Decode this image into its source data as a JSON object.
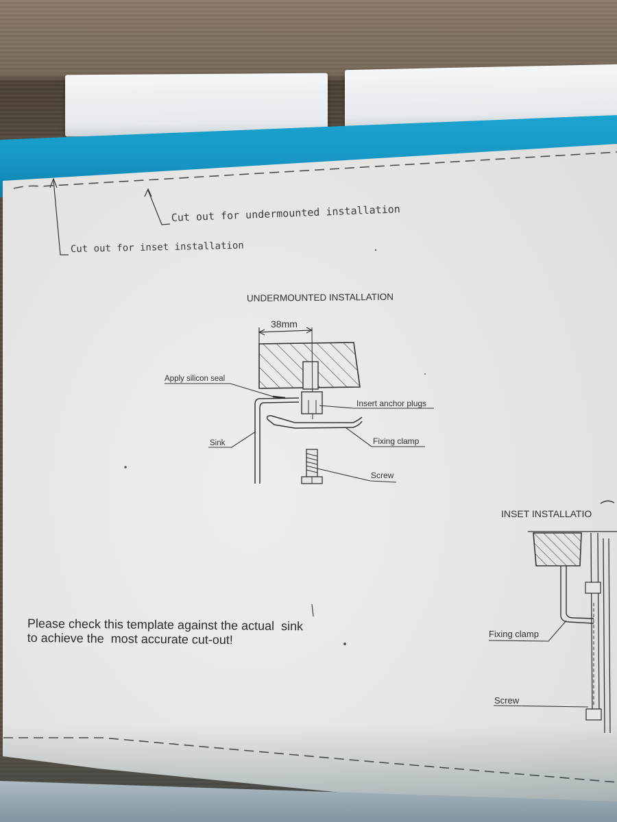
{
  "template": {
    "cut_lines": {
      "undermounted": "Cut out for undermounted installation",
      "inset": "Cut out for inset installation"
    },
    "undermounted_diagram": {
      "title": "UNDERMOUNTED INSTALLATION",
      "dimension": "38mm",
      "labels": {
        "silicon": "Apply silicon seal",
        "anchor": "Insert anchor plugs",
        "clamp": "Fixing clamp",
        "sink": "Sink",
        "screw": "Screw"
      }
    },
    "inset_diagram": {
      "title": "INSET INSTALLATIO",
      "labels": {
        "clamp": "Fixing clamp",
        "screw": "Screw"
      }
    },
    "note": {
      "line1": "Please check this template against the actual  sink",
      "line2": "to achieve the  most accurate cut-out!"
    }
  }
}
